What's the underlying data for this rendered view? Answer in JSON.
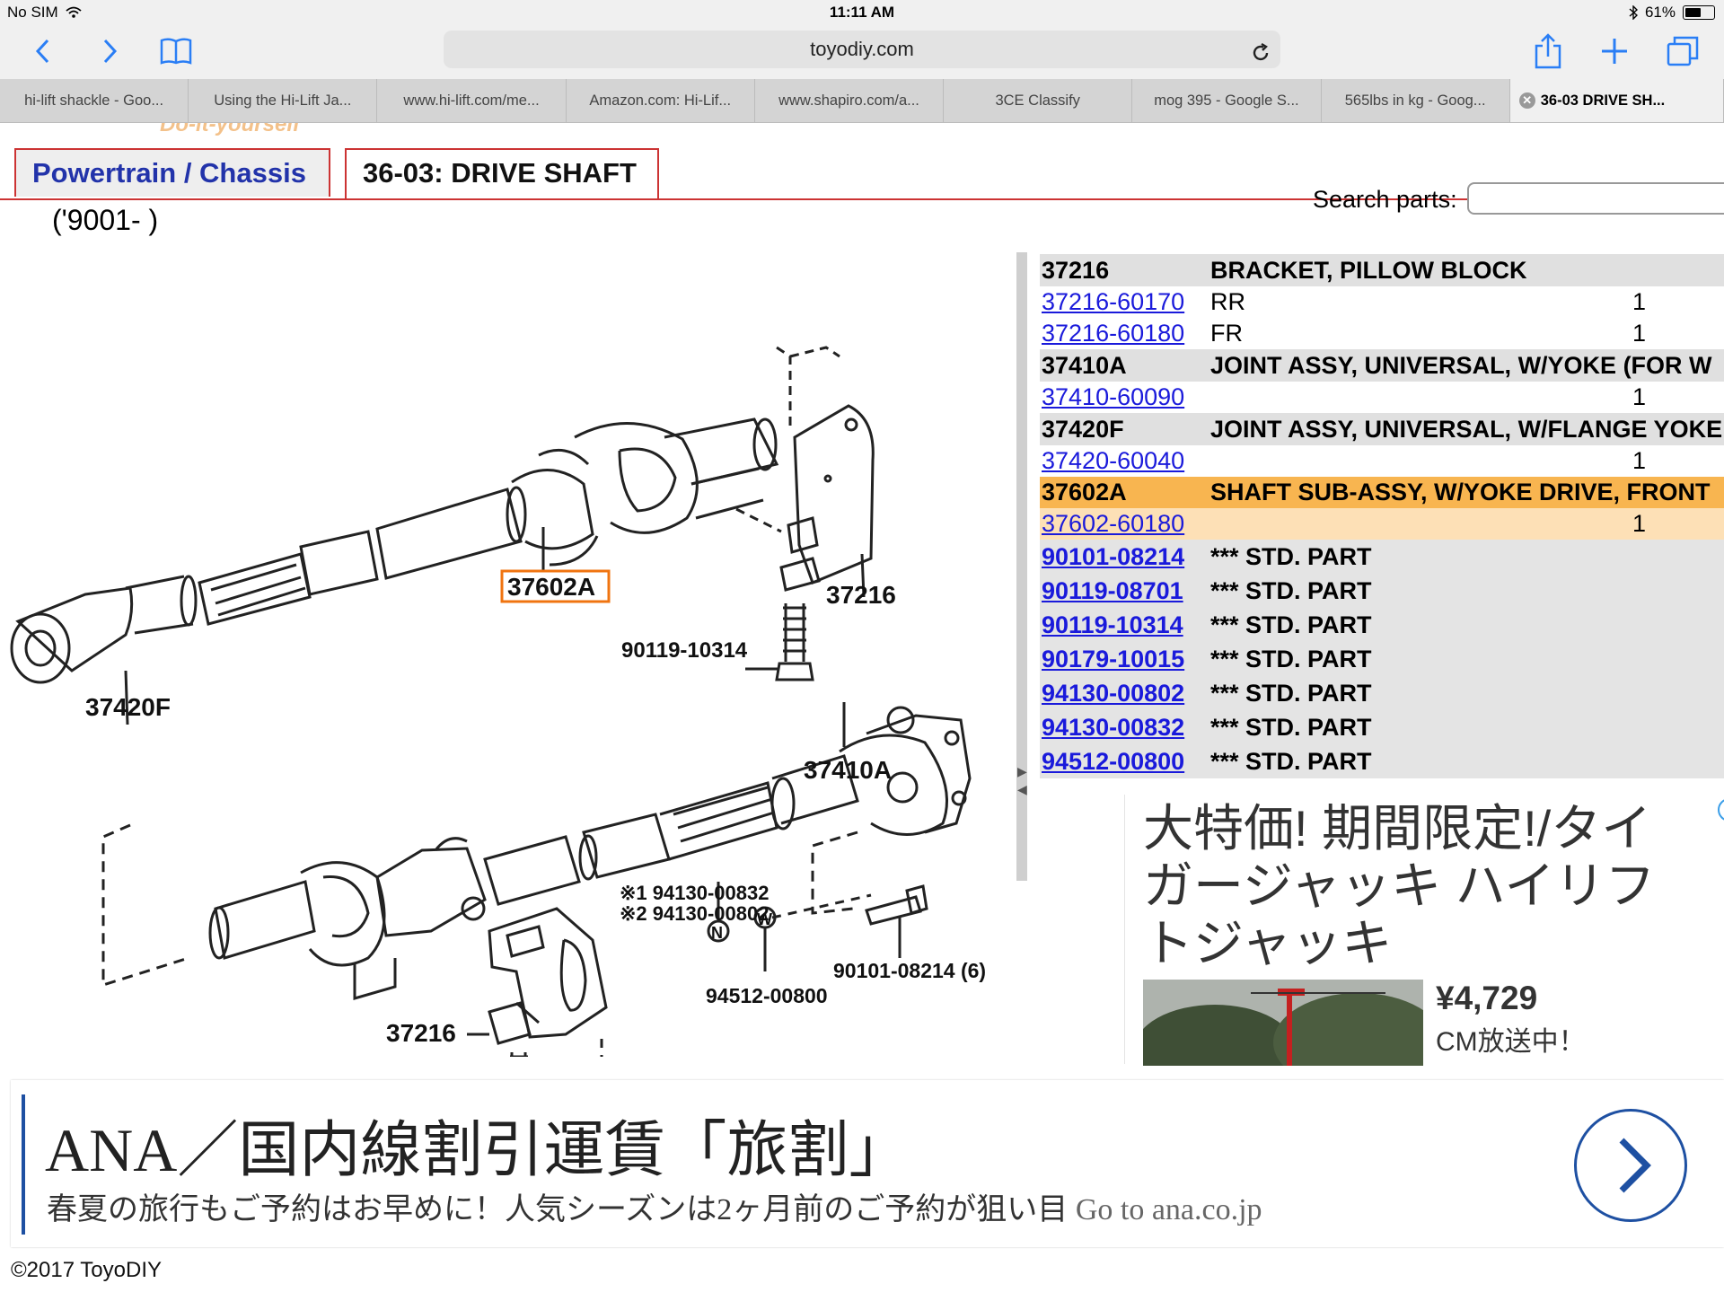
{
  "status": {
    "carrier": "No SIM",
    "time": "11:11 AM",
    "battery": "61%",
    "battery_level": 0.61
  },
  "toolbar": {
    "url": "toyodiy.com"
  },
  "tabs": [
    {
      "label": "hi-lift shackle - Goo..."
    },
    {
      "label": "Using the Hi-Lift Ja..."
    },
    {
      "label": "www.hi-lift.com/me..."
    },
    {
      "label": "Amazon.com: Hi-Lif..."
    },
    {
      "label": "www.shapiro.com/a..."
    },
    {
      "label": "3CE Classify"
    },
    {
      "label": "mog 395 - Google S..."
    },
    {
      "label": "565lbs in kg - Goog..."
    },
    {
      "label": "36-03 DRIVE SH..."
    }
  ],
  "page": {
    "ghost_logo": "Do-it-yourself",
    "breadcrumb": {
      "category": "Powertrain / Chassis",
      "section": "36-03: DRIVE SHAFT"
    },
    "search_label": "Search parts:",
    "years": "('9001-      )",
    "diagram_labels": {
      "l37602a": "37602A",
      "l37216a": "37216",
      "l90119": "90119-10314",
      "l37420f": "37420F",
      "l37410a": "37410A",
      "l94130a": "※1 94130-00832",
      "l94130b": "※2 94130-00802",
      "lN": "N",
      "lW": "W",
      "l90101": "90101-08214 (6)",
      "l94512": "94512-00800",
      "l37216b": "37216"
    },
    "parts": [
      {
        "type": "hdr",
        "code": "37216",
        "desc": "BRACKET, PILLOW BLOCK"
      },
      {
        "type": "sub",
        "code": "37216-60170",
        "desc": "RR",
        "qty": "1"
      },
      {
        "type": "sub",
        "code": "37216-60180",
        "desc": "FR",
        "qty": "1"
      },
      {
        "type": "hdr",
        "code": "37410A",
        "desc": "JOINT ASSY, UNIVERSAL, W/YOKE (FOR W"
      },
      {
        "type": "sub",
        "code": "37410-60090",
        "desc": "",
        "qty": "1"
      },
      {
        "type": "hdr",
        "code": "37420F",
        "desc": "JOINT ASSY, UNIVERSAL, W/FLANGE YOKE"
      },
      {
        "type": "sub",
        "code": "37420-60040",
        "desc": "",
        "qty": "1"
      },
      {
        "type": "sel",
        "code": "37602A",
        "desc": "SHAFT SUB-ASSY, W/YOKE DRIVE, FRONT"
      },
      {
        "type": "sub-sel",
        "code": "37602-60180",
        "desc": "",
        "qty": "1"
      },
      {
        "type": "std",
        "code": "90101-08214",
        "desc": "*** STD. PART"
      },
      {
        "type": "std",
        "code": "90119-08701",
        "desc": "*** STD. PART"
      },
      {
        "type": "std",
        "code": "90119-10314",
        "desc": "*** STD. PART"
      },
      {
        "type": "std",
        "code": "90179-10015",
        "desc": "*** STD. PART"
      },
      {
        "type": "std",
        "code": "94130-00802",
        "desc": "*** STD. PART"
      },
      {
        "type": "std",
        "code": "94130-00832",
        "desc": "*** STD. PART"
      },
      {
        "type": "std",
        "code": "94512-00800",
        "desc": "*** STD. PART"
      }
    ],
    "ad_right": {
      "title": "大特価! 期間限定!/タイガージャッキ ハイリフトジャッキ",
      "price": "¥4,729",
      "sub": "CM放送中！"
    },
    "banner": {
      "title": "ANA／国内線割引運賃「旅割」",
      "sub": "春夏の旅行もご予約はお早めに！人気シーズンは2ヶ月前のご予約が狙い目",
      "go": "Go to ana.co.jp"
    },
    "footer": "©2017 ToyoDIY"
  }
}
